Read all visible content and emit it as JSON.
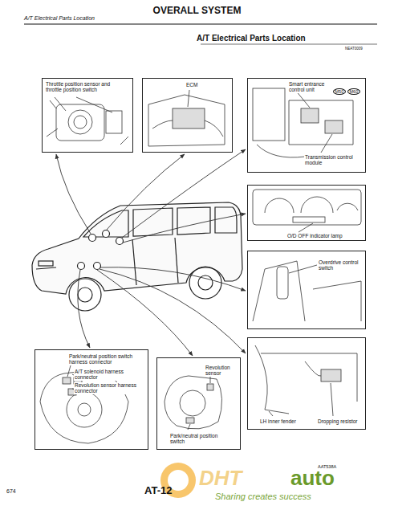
{
  "diagram": {
    "title": "OVERALL SYSTEM",
    "nodes": [
      {
        "text": [
          "Throttle position sensor and throttle position switch"
        ]
      },
      {
        "text": [
          "ECM"
        ]
      },
      {
        "text": [
          "Smart entrance control unit",
          "M50",
          "M60",
          "Transmission control module"
        ]
      },
      {
        "text": [
          "O/D OFF indicator lamp"
        ]
      },
      {
        "text": [
          "Overdrive control switch"
        ]
      },
      {
        "text": [
          "LH inner fender",
          "Dropping resistor"
        ]
      },
      {
        "text": [
          "Park/neutral position switch harness connector",
          "A/T solenoid harness connector",
          "Revolution sensor harness connector"
        ]
      },
      {
        "text": [
          "Revolution sensor",
          "Park/neutral position switch"
        ]
      }
    ],
    "labels": [
      "A/T Electrical Parts Location",
      "A/T Electrical Parts Location",
      "NEAT0009",
      "AAT538A",
      "674",
      "AT-12",
      "DHT",
      "auto",
      "Sharing creates success"
    ]
  }
}
